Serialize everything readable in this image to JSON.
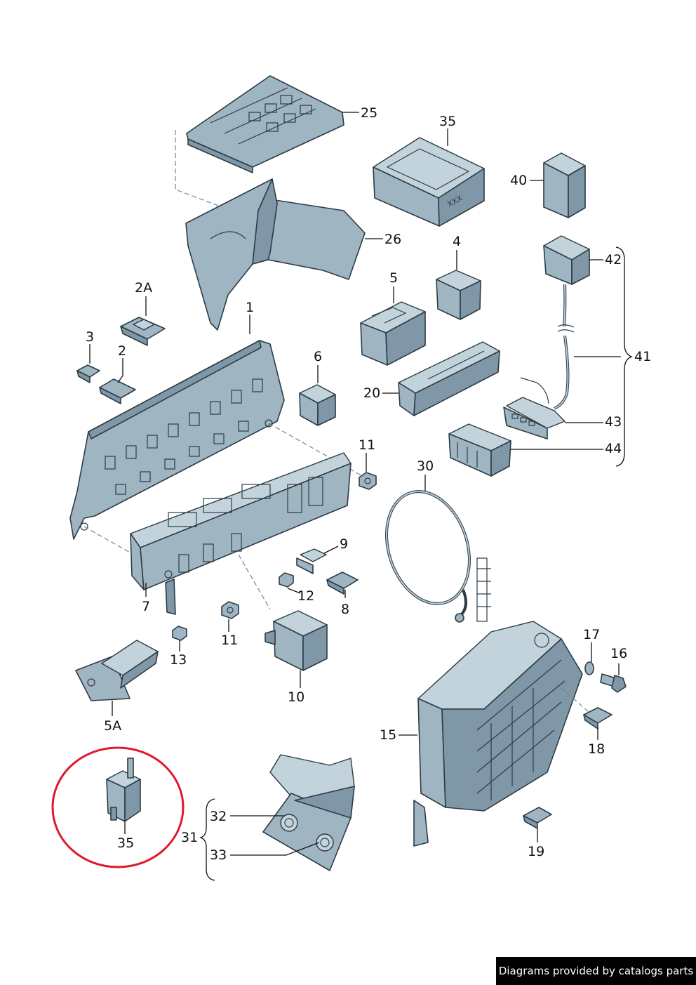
{
  "labels": {
    "l25": "25",
    "l35a": "35",
    "l40": "40",
    "l26": "26",
    "l4": "4",
    "l42": "42",
    "l2a": "2A",
    "l1": "1",
    "l5": "5",
    "l41": "41",
    "l3": "3",
    "l2": "2",
    "l6": "6",
    "l20": "20",
    "l43": "43",
    "l11a": "11",
    "l44": "44",
    "l30": "30",
    "l9": "9",
    "l7": "7",
    "l12": "12",
    "l8": "8",
    "l11b": "11",
    "l17": "17",
    "l16": "16",
    "l13": "13",
    "l10": "10",
    "l5a": "5A",
    "l18": "18",
    "l15": "15",
    "l35b": "35",
    "l32": "32",
    "l31": "31",
    "l33": "33",
    "l19": "19"
  },
  "highlight": {
    "part_number": "35",
    "color": "#e0182d"
  },
  "part_color": "#9fb5c2",
  "footer": {
    "text": "Diagrams provided by catalogs parts"
  }
}
